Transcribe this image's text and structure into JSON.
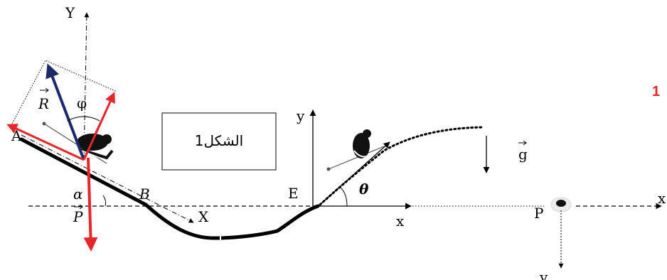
{
  "labels": {
    "Y_axis_incline": "Y",
    "X_axis_incline": "X",
    "R_vec": "R",
    "P_vec": "P",
    "phi": "φ",
    "alpha": "α",
    "A": "A",
    "B": "B",
    "E": "E",
    "P_point": "P",
    "y_E": "y",
    "x_E": "x",
    "x_P": "x",
    "y_P": "y",
    "theta": "θ",
    "g": "g",
    "figure_box": "الشكل1",
    "side_number": "1"
  },
  "colors": {
    "reaction": "#1a2a6c",
    "weight": "#e8262a",
    "components": "#e8262a",
    "accent_number": "#e8262a"
  },
  "icons": {
    "skier_on_slope": "skier-crouching-icon",
    "skier_in_air": "skier-jumping-icon",
    "target_point": "target-disc-icon"
  }
}
